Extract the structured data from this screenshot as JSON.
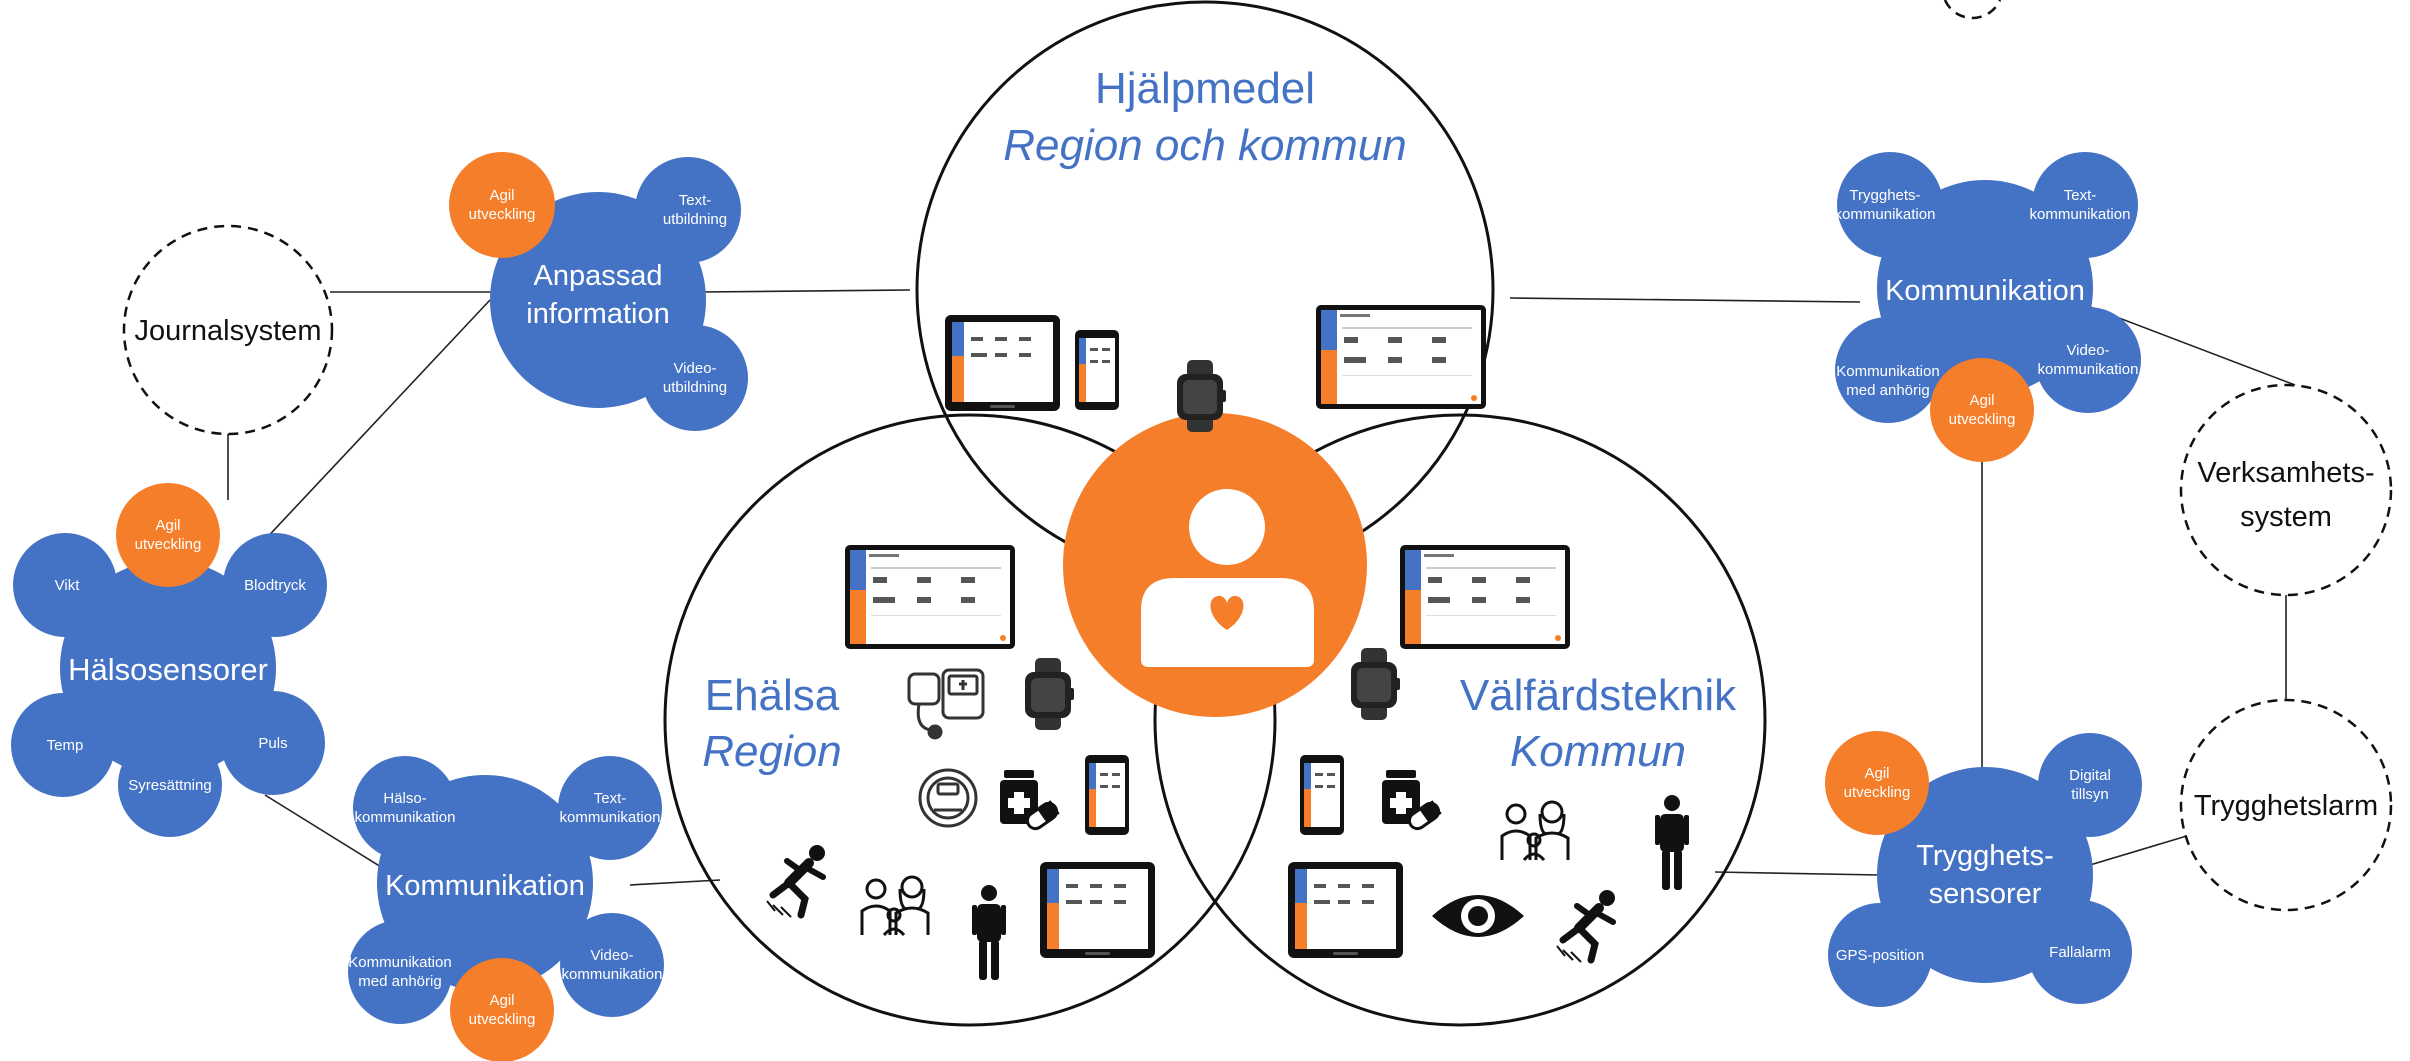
{
  "colors": {
    "blue": "#4472c4",
    "orange": "#f47e2a",
    "line": "#222222"
  },
  "venn": {
    "top": {
      "title": "Hjälpmedel",
      "subtitle": "Region och kommun"
    },
    "left": {
      "title": "Ehälsa",
      "subtitle": "Region"
    },
    "right": {
      "title": "Välfärdsteknik",
      "subtitle": "Kommun"
    },
    "center_icon": "person-heart-icon"
  },
  "systems": {
    "journal": "Journalsystem",
    "verksamhet": [
      "Verksamhets-",
      "system"
    ],
    "trygghetslarm": "Trygghetslarm"
  },
  "clusters": {
    "anpassad": {
      "title": [
        "Anpassad",
        "information"
      ],
      "agil": [
        "Agil",
        "utveckling"
      ],
      "text": [
        "Text-",
        "utbildning"
      ],
      "video": [
        "Video-",
        "utbildning"
      ]
    },
    "halsosensorer": {
      "title": "Hälsosensorer",
      "agil": [
        "Agil",
        "utveckling"
      ],
      "vikt": "Vikt",
      "blodtryck": "Blodtryck",
      "temp": "Temp",
      "puls": "Puls",
      "syre": "Syresättning"
    },
    "kommunikation_left": {
      "title": "Kommunikation",
      "halso": [
        "Hälso-",
        "kommunikation"
      ],
      "text": [
        "Text-",
        "kommunikation"
      ],
      "anhorig": [
        "Kommunikation",
        "med anhörig"
      ],
      "video": [
        "Video-",
        "kommunikation"
      ],
      "agil": [
        "Agil",
        "utveckling"
      ]
    },
    "kommunikation_right": {
      "title": "Kommunikation",
      "trygghet": [
        "Trygghets-",
        "kommunikation"
      ],
      "text": [
        "Text-",
        "kommunikation"
      ],
      "anhorig": [
        "Kommunikation",
        "med anhörig"
      ],
      "video": [
        "Video-",
        "kommunikation"
      ],
      "agil": [
        "Agil",
        "utveckling"
      ]
    },
    "trygghetssensorer": {
      "title": [
        "Trygghets-",
        "sensorer"
      ],
      "agil": [
        "Agil",
        "utveckling"
      ],
      "digital": [
        "Digital",
        "tillsyn"
      ],
      "gps": "GPS-position",
      "fallalarm": "Fallalarm"
    }
  },
  "icons": [
    "tablet-icon",
    "phone-icon",
    "smartwatch-icon",
    "dashboard-screen-icon",
    "blood-pressure-monitor-icon",
    "scale-icon",
    "medicine-icon",
    "falling-person-icon",
    "family-icon",
    "standing-person-icon",
    "eye-icon"
  ]
}
